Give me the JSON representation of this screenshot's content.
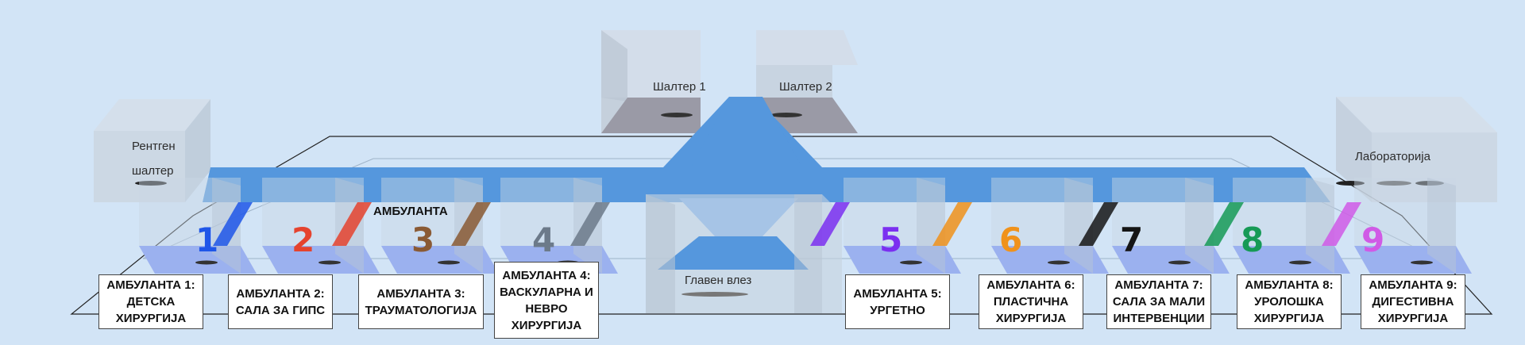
{
  "labels": {
    "counter1": "Шалтер 1",
    "counter2": "Шалтер 2",
    "xray_line1": "Рентген",
    "xray_line2": "шалтер",
    "laboratory": "Лабораторија",
    "main_entrance": "Главен влез",
    "ambulanta_tag": "АМБУЛАНТА"
  },
  "ambulances": [
    {
      "number": "1",
      "color": "#1f56e8",
      "caption": "АМБУЛАНТА 1:\nДЕТСКА\nХИРУРГИЈА"
    },
    {
      "number": "2",
      "color": "#e5432e",
      "caption": "АМБУЛАНТА 2:\nСАЛА ЗА ГИПС"
    },
    {
      "number": "3",
      "color": "#8a5a34",
      "caption": "АМБУЛАНТА 3:\nТРАУМАТОЛОГИЈА"
    },
    {
      "number": "4",
      "color": "#6c7a8a",
      "caption": "АМБУЛАНТА 4:\nВАСКУЛАРНА И\nНЕВРО\nХИРУРГИЈА"
    },
    {
      "number": "5",
      "color": "#7b2ff0",
      "caption": "АМБУЛАНТА 5:\nУРГЕТНО"
    },
    {
      "number": "6",
      "color": "#f0921b",
      "caption": "АМБУЛАНТА 6:\nПЛАСТИЧНА\nХИРУРГИЈА"
    },
    {
      "number": "7",
      "color": "#151515",
      "caption": "АМБУЛАНТА 7:\nСАЛА ЗА МАЛИ\nИНТЕРВЕНЦИИ"
    },
    {
      "number": "8",
      "color": "#169a56",
      "caption": "АМБУЛАНТА 8:\nУРОЛОШКА\nХИРУРГИЈА"
    },
    {
      "number": "9",
      "color": "#d05ae6",
      "caption": "АМБУЛАНТА 9:\nДИГЕСТИВНА\nХИРУРГИЈА"
    }
  ],
  "colors": {
    "background": "#d2e4f6",
    "corridor": "#5597dd",
    "room_glass": "#c9d6e4",
    "room_floor": "#9bb1ef",
    "counter_floor": "#9a9aa6"
  }
}
